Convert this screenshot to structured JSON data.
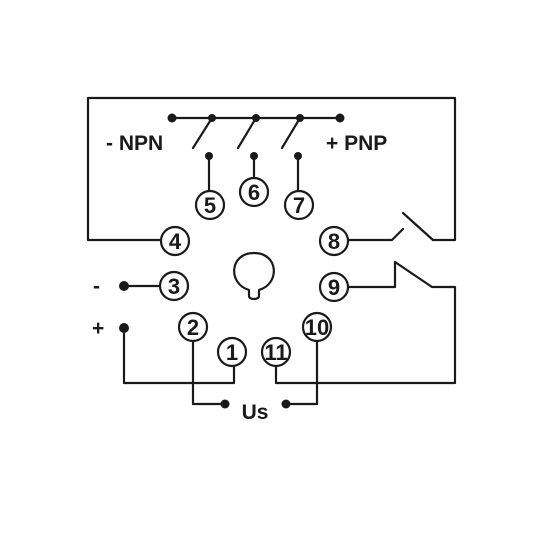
{
  "labels": {
    "npn": "- NPN",
    "pnp": "+ PNP",
    "minus": "-",
    "plus": "+",
    "us": "Us"
  },
  "pins": {
    "p1": "1",
    "p2": "2",
    "p3": "3",
    "p4": "4",
    "p5": "5",
    "p6": "6",
    "p7": "7",
    "p8": "8",
    "p9": "9",
    "p10": "10",
    "p11": "11"
  }
}
